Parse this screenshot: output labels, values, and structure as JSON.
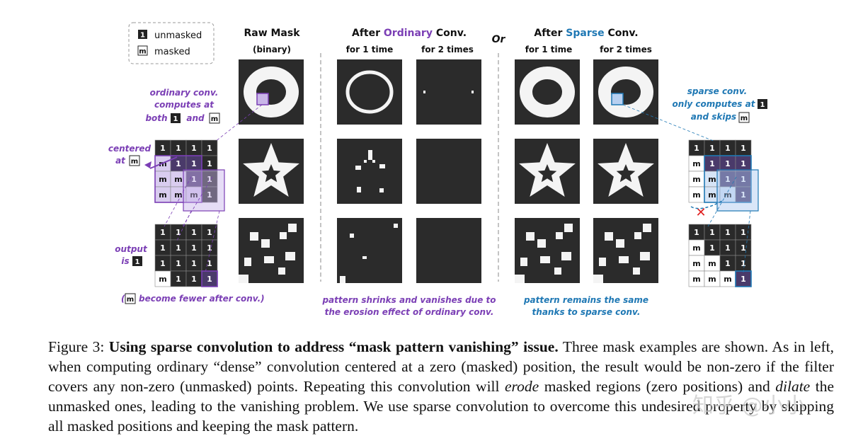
{
  "legend": {
    "unmasked_glyph": "1",
    "unmasked": "unmasked",
    "masked_glyph": "m",
    "masked": "masked"
  },
  "headers": {
    "raw_mask": "Raw Mask",
    "binary": "(binary)",
    "after": "After",
    "ordinary": "Ordinary",
    "conv": "Conv.",
    "sparse": "Sparse",
    "or": "Or",
    "for_1_time": "for 1 time",
    "for_2_times": "for 2 times"
  },
  "left_notes": {
    "ordinary_line1": "ordinary conv.",
    "ordinary_line2": "computes at",
    "ordinary_line3_a": "both",
    "ordinary_line3_b": "and",
    "centered": "centered",
    "at": "at",
    "output": "output",
    "is": "is",
    "fewer_a": "(",
    "fewer_b": "become fewer after conv.)"
  },
  "right_notes": {
    "sparse_line1": "sparse conv.",
    "sparse_line2": "only computes at",
    "sparse_line3": "and skips",
    "cross": "✕"
  },
  "bottom_notes": {
    "shrink_line1": "pattern shrinks and vanishes due to",
    "shrink_line2": "the erosion effect of ordinary conv.",
    "remain_line1": "pattern remains the same",
    "remain_line2": "thanks to sparse conv."
  },
  "grids": {
    "left_input": [
      [
        "1",
        "1",
        "1",
        "1"
      ],
      [
        "m",
        "1",
        "1",
        "1"
      ],
      [
        "m",
        "m",
        "1",
        "1"
      ],
      [
        "m",
        "m",
        "m",
        "1"
      ]
    ],
    "left_output": [
      [
        "1",
        "1",
        "1",
        "1"
      ],
      [
        "1",
        "1",
        "1",
        "1"
      ],
      [
        "1",
        "1",
        "1",
        "1"
      ],
      [
        "m",
        "1",
        "1",
        "1"
      ]
    ],
    "right_input": [
      [
        "1",
        "1",
        "1",
        "1"
      ],
      [
        "m",
        "1",
        "1",
        "1"
      ],
      [
        "m",
        "m",
        "1",
        "1"
      ],
      [
        "m",
        "m",
        "m",
        "1"
      ]
    ],
    "right_output": [
      [
        "1",
        "1",
        "1",
        "1"
      ],
      [
        "m",
        "1",
        "1",
        "1"
      ],
      [
        "m",
        "m",
        "1",
        "1"
      ],
      [
        "m",
        "m",
        "m",
        "1"
      ]
    ]
  },
  "caption": {
    "label": "Figure 3:",
    "bold": "Using sparse convolution to address “mask pattern vanishing” issue.",
    "t1": "Three mask examples are shown. As in left, when computing ordinary “dense” convolution centered at a zero (masked) position, the result would be non-zero if the filter covers any non-zero (unmasked) points. Repeating this convolution will",
    "erode": "erode",
    "t2": "masked regions (zero positions) and",
    "dilate": "dilate",
    "t3": "the unmasked ones, leading to the vanishing problem. We use sparse convolution to overcome this undesired property by skipping all masked positions and keeping the mask pattern."
  },
  "watermark": "知乎 @小小",
  "colors": {
    "purple": "#7b3fb5",
    "blue": "#1f78b4",
    "panel": "#2b2b2b",
    "light_purple_fill": "#e4dcf2",
    "light_blue_fill": "#d9e6f6"
  }
}
